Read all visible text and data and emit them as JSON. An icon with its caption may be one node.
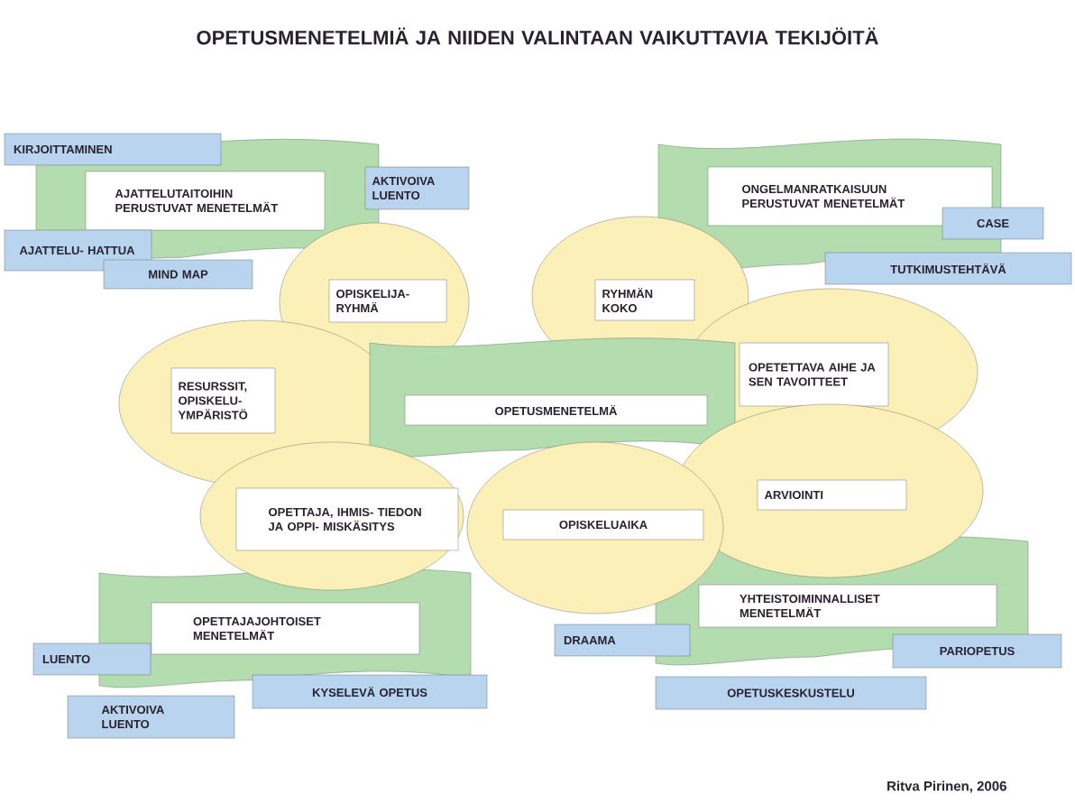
{
  "diagram": {
    "title": "OPETUSMENETELMIÄ JA NIIDEN VALINTAAN VAIKUTTAVIA TEKIJÖITÄ",
    "nodes": [
      {
        "text": [
          "AJATTELUTAITOIHIN PERUSTUVAT MENETELMÄT"
        ]
      },
      {
        "text": [
          "KIRJOITTAMINEN"
        ]
      },
      {
        "text": [
          "AKTIVOIVA LUENTO"
        ]
      },
      {
        "text": [
          "AJATTELU- HATTUA"
        ]
      },
      {
        "text": [
          "MIND MAP"
        ]
      },
      {
        "text": [
          "ONGELMANRATKAISUUN PERUSTUVAT MENETELMÄT"
        ]
      },
      {
        "text": [
          "CASE"
        ]
      },
      {
        "text": [
          "TUTKIMUSTEHTÄVÄ"
        ]
      },
      {
        "text": [
          "OPISKELIJA- RYHMÄ"
        ]
      },
      {
        "text": [
          "RYHMÄN KOKO"
        ]
      },
      {
        "text": [
          "RESURSSIT, OPISKELU- YMPÄRISTÖ"
        ]
      },
      {
        "text": [
          "OPETETTAVA AIHE JA SEN TAVOITTEET"
        ]
      },
      {
        "text": [
          "OPETUSMENETELMÄ"
        ]
      },
      {
        "text": [
          "OPETTAJA, IHMIS- TIEDON JA OPPI- MISKÄSITYS"
        ]
      },
      {
        "text": [
          "OPISKELUAIKA"
        ]
      },
      {
        "text": [
          "ARVIOINTI"
        ]
      },
      {
        "text": [
          "OPETTAJAJOHTOISET MENETELMÄT"
        ]
      },
      {
        "text": [
          "LUENTO"
        ]
      },
      {
        "text": [
          "KYSELEVÄ OPETUS"
        ]
      },
      {
        "text": [
          "AKTIVOIVA LUENTO"
        ]
      },
      {
        "text": [
          "YHTEISTOIMINNALLISET MENETELMÄT"
        ]
      },
      {
        "text": [
          "DRAAMA"
        ]
      },
      {
        "text": [
          "PARIOPETUS"
        ]
      },
      {
        "text": [
          "OPETUSKESKUSTELU"
        ]
      }
    ],
    "labels": [
      "Ritva Pirinen, 2006"
    ]
  }
}
